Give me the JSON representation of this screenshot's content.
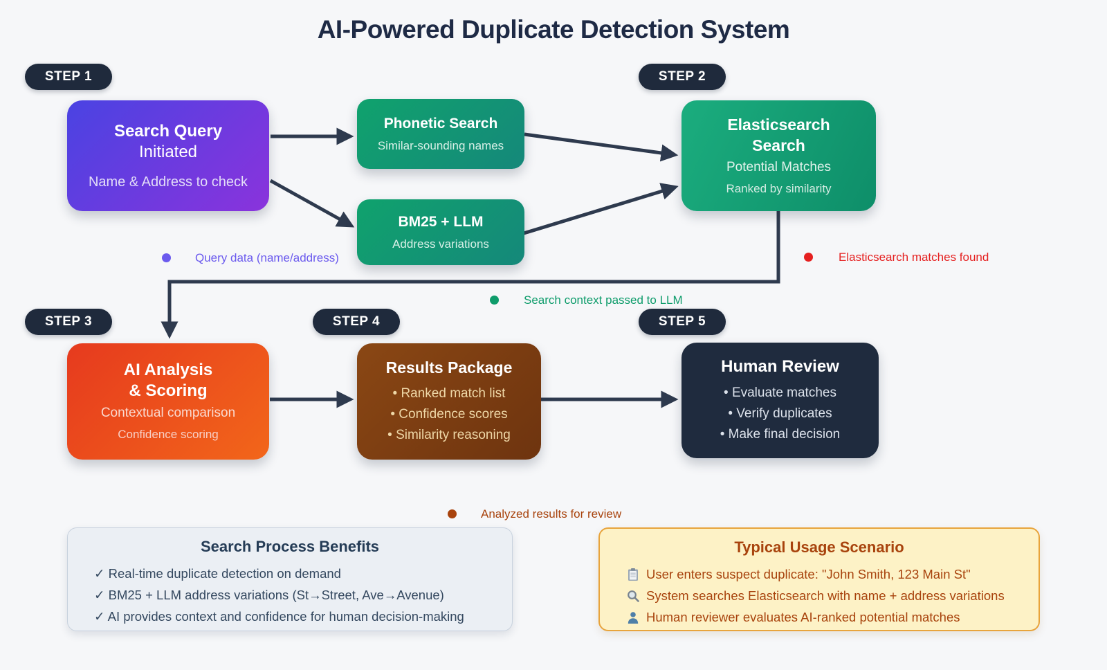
{
  "title": "AI-Powered Duplicate Detection System",
  "steps": [
    "STEP 1",
    "STEP 2",
    "STEP 3",
    "STEP 4",
    "STEP 5"
  ],
  "nodes": {
    "search_query": {
      "title": "Search Query",
      "subtitle": "Initiated",
      "detail": "Name & Address to check"
    },
    "phonetic": {
      "title": "Phonetic Search",
      "subtitle": "Similar-sounding names"
    },
    "bm25": {
      "title": "BM25 + LLM",
      "subtitle": "Address variations"
    },
    "elasticsearch": {
      "title_line1": "Elasticsearch",
      "title_line2": "Search",
      "subtitle": "Potential Matches",
      "detail": "Ranked by similarity"
    },
    "ai_analysis": {
      "title_line1": "AI Analysis",
      "title_line2": "& Scoring",
      "subtitle": "Contextual comparison",
      "detail": "Confidence scoring"
    },
    "results_package": {
      "title": "Results Package",
      "bullets": [
        "• Ranked match list",
        "• Confidence scores",
        "• Similarity reasoning"
      ]
    },
    "human_review": {
      "title": "Human Review",
      "bullets": [
        "• Evaluate matches",
        "• Verify duplicates",
        "• Make final decision"
      ]
    }
  },
  "legends": [
    {
      "icon": "purple-dot",
      "label": "Query data (name/address)",
      "color": "#6B5AEE"
    },
    {
      "icon": "red-dot",
      "label": "Elasticsearch matches found",
      "color": "#E52020"
    },
    {
      "icon": "green-dot",
      "label": "Search context passed to LLM",
      "color": "#0E9C6B"
    },
    {
      "icon": "brown-dot",
      "label": "Analyzed results for review",
      "color": "#A8430D"
    }
  ],
  "benefits": {
    "title": "Search Process Benefits",
    "items": [
      "✓ Real-time duplicate detection on demand",
      "✓ BM25 + LLM address variations (St→Street, Ave→Avenue)",
      "✓ AI provides context and confidence for human decision-making"
    ]
  },
  "scenario": {
    "title": "Typical Usage Scenario",
    "items": [
      {
        "icon": "clipboard-icon",
        "text": "User enters suspect duplicate: \"John Smith, 123 Main St\""
      },
      {
        "icon": "magnifier-icon",
        "text": "System searches Elasticsearch with name + address variations"
      },
      {
        "icon": "person-icon",
        "text": "Human reviewer evaluates AI-ranked potential matches"
      }
    ]
  },
  "colors": {
    "background": "#F6F7F9",
    "title_text": "#1E2A45",
    "step_badge": "#1F2A3C",
    "arrow": "#2E3A4E",
    "purple_box_start": "#4A43E2",
    "purple_box_end": "#8A33DC",
    "green_box_start": "#10A26D",
    "green_box_end": "#15887A",
    "elastic_start": "#1BAD7E",
    "elastic_end": "#0E8E69",
    "red_box_start": "#E63A1E",
    "red_box_end": "#F2661A",
    "brown_box_start": "#8A4714",
    "brown_box_end": "#6E340F",
    "dark_box": "#1F2B3E",
    "benefits_bg": "#EBEFF4",
    "scenario_bg": "#FDF2C6",
    "scenario_border": "#E8A43C"
  }
}
